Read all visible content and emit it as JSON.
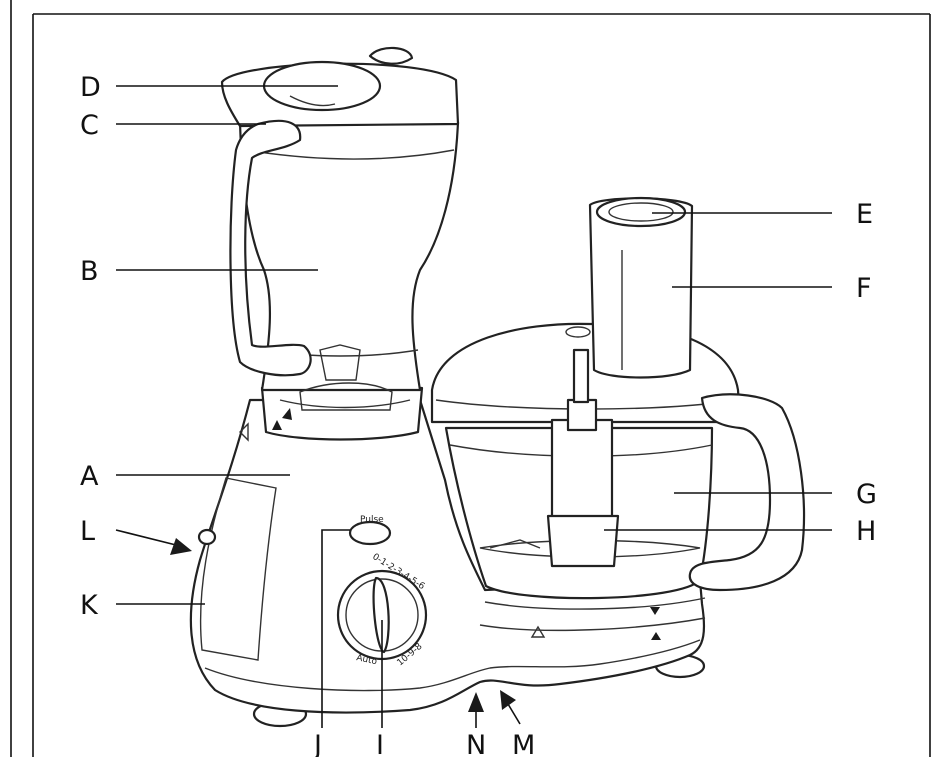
{
  "labels": {
    "A": "A",
    "B": "B",
    "C": "C",
    "D": "D",
    "E": "E",
    "F": "F",
    "G": "G",
    "H": "H",
    "I": "I",
    "J": "J",
    "K": "K",
    "L": "L",
    "M": "M",
    "N": "N"
  },
  "controls": {
    "pulse_text": "Pulse",
    "dial_scale_text": "0-1-2-3-4-5-6",
    "dial_scale_bottom": "10-9-8",
    "dial_auto_text": "Auto"
  }
}
